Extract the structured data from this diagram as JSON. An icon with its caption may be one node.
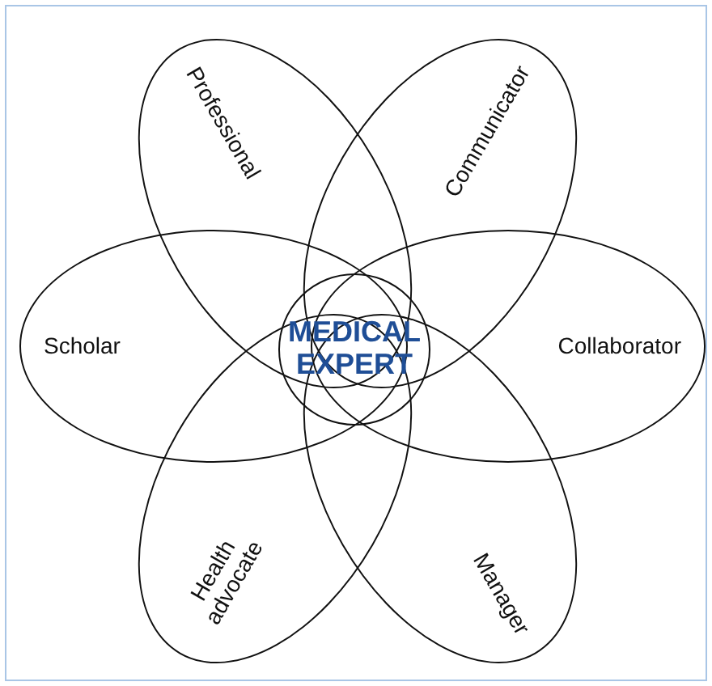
{
  "diagram": {
    "nodes": [
      {
        "text": [
          "Professional"
        ]
      },
      {
        "text": [
          "Communicator"
        ]
      },
      {
        "text": [
          "Scholar"
        ]
      },
      {
        "text": [
          "MEDICAL EXPERT"
        ]
      },
      {
        "text": [
          "Collaborator"
        ]
      },
      {
        "text": [
          "Health advocate"
        ]
      },
      {
        "text": [
          "Manager"
        ]
      }
    ]
  }
}
